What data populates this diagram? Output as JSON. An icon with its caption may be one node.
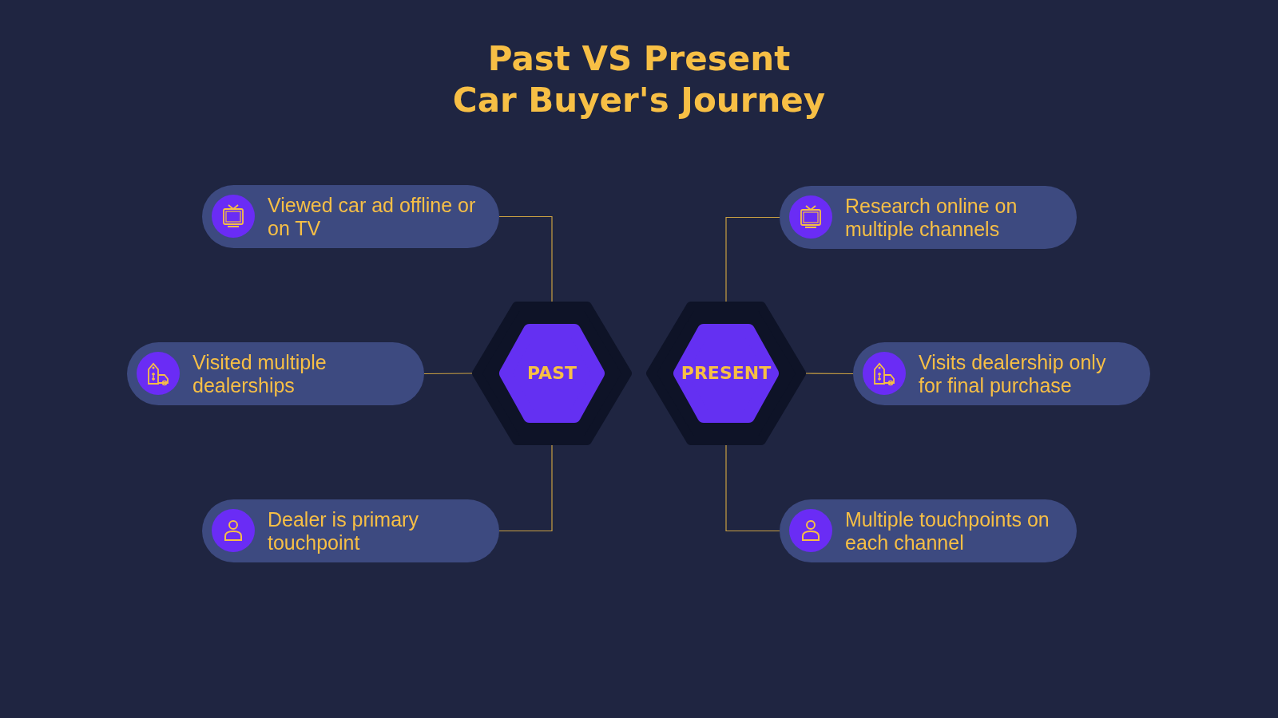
{
  "diagram": {
    "title": "Past VS Present Car Buyer's Journey",
    "nodes": [
      {
        "text": [
          "Viewed car ad offline or on TV"
        ]
      },
      {
        "text": [
          "Research online on multiple channels"
        ]
      },
      {
        "text": [
          "Visited multiple dealerships"
        ]
      },
      {
        "text": [
          "PAST"
        ]
      },
      {
        "text": [
          "PRESENT"
        ]
      },
      {
        "text": [
          "Visits dealership only for final purchase"
        ]
      },
      {
        "text": [
          "Dealer is primary touchpoint"
        ]
      },
      {
        "text": [
          "Multiple touchpoints on each channel"
        ]
      }
    ],
    "edges": [
      {
        "from": 3,
        "to": 0,
        "arrow": "none"
      },
      {
        "from": 3,
        "to": 2,
        "arrow": "none"
      },
      {
        "from": 3,
        "to": 6,
        "arrow": "none"
      },
      {
        "from": 4,
        "to": 1,
        "arrow": "none"
      },
      {
        "from": 4,
        "to": 5,
        "arrow": "none"
      },
      {
        "from": 4,
        "to": 7,
        "arrow": "none"
      }
    ]
  }
}
